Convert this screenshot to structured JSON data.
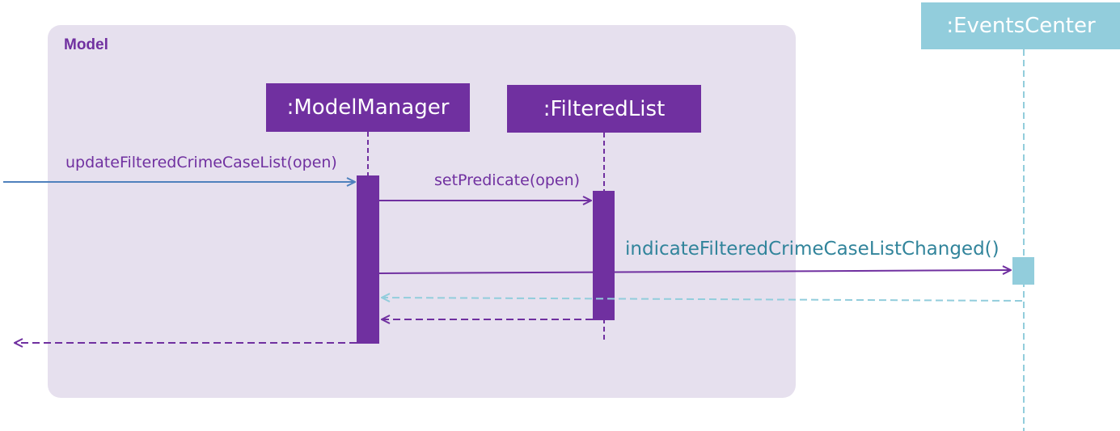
{
  "frame": {
    "label": "Model"
  },
  "participants": {
    "model_manager": ":ModelManager",
    "filtered_list": ":FilteredList",
    "events_center": ":EventsCenter"
  },
  "messages": {
    "update_filtered": "updateFilteredCrimeCaseList(open)",
    "set_predicate": "setPredicate(open)",
    "indicate_changed": "indicateFilteredCrimeCaseListChanged()"
  },
  "colors": {
    "purple": "#7030a0",
    "teal_light": "#92cddc",
    "teal_text": "#31849b",
    "blue": "#4f81bd",
    "frame_bg": "#e6e0ee"
  }
}
